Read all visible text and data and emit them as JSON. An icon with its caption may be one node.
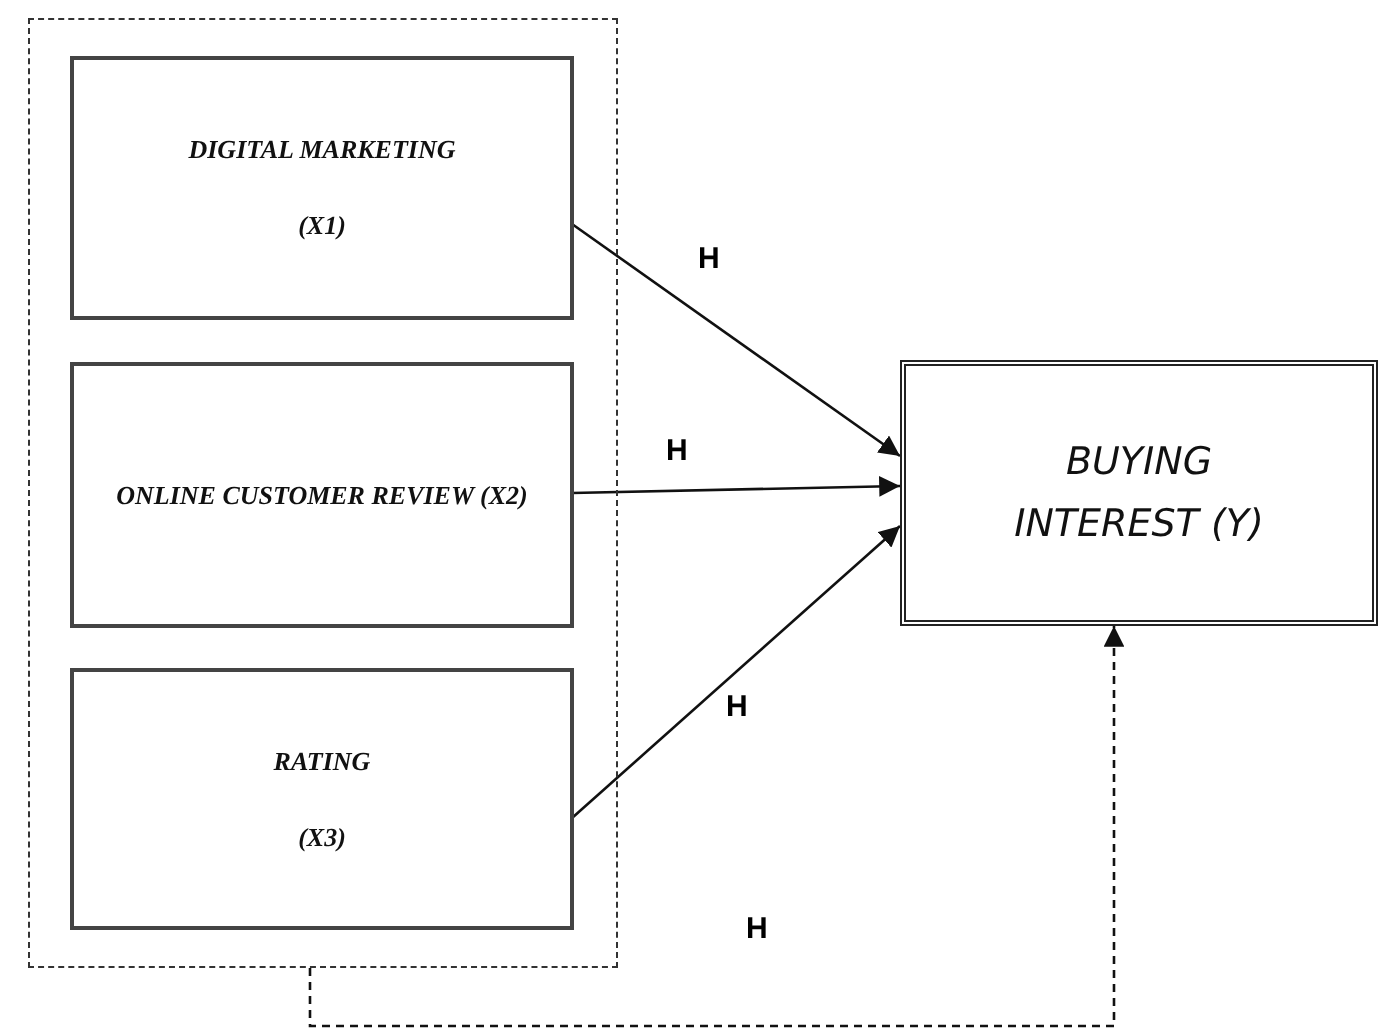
{
  "diagram": {
    "nodes": [
      {
        "text": [],
        "shape": "box"
      },
      {
        "text": [
          "DIGITAL MARKETING",
          "(X1)"
        ],
        "in": 0
      },
      {
        "text": [
          "ONLINE CUSTOMER REVIEW (X2)"
        ],
        "in": 0
      },
      {
        "text": [
          "RATING",
          "(X3)"
        ],
        "in": 0
      },
      {
        "text": [
          "BUYING INTEREST (Y)"
        ]
      }
    ],
    "edges": [
      {
        "from": 1,
        "to": 4,
        "arrow": "to",
        "label": "H"
      },
      {
        "from": 2,
        "to": 4,
        "arrow": "to",
        "label": "H"
      },
      {
        "from": 3,
        "to": 4,
        "arrow": "to",
        "label": "H"
      },
      {
        "from": 0,
        "to": 4,
        "arrow": "to",
        "label": "H",
        "style": "dashed"
      }
    ]
  }
}
